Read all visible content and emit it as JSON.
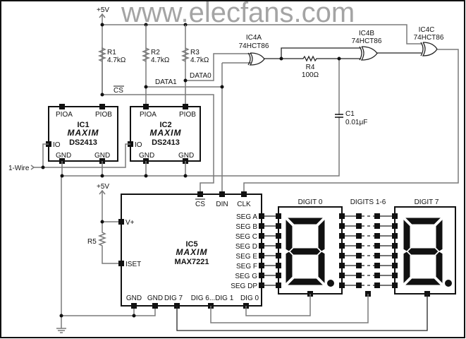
{
  "watermark": "www.elecfans.com",
  "power": {
    "vcc_top": "+5V",
    "vcc_r5": "+5V"
  },
  "input_label": "1-Wire",
  "resistors": [
    {
      "ref": "R1",
      "value": "4.7kΩ"
    },
    {
      "ref": "R2",
      "value": "4.7kΩ"
    },
    {
      "ref": "R3",
      "value": "4.7kΩ"
    },
    {
      "ref": "R4",
      "value": "100Ω"
    },
    {
      "ref": "R5"
    }
  ],
  "capacitor": {
    "ref": "C1",
    "value": "0.01μF"
  },
  "nets": {
    "cs": "CS",
    "data1": "DATA1",
    "data0": "DATA0"
  },
  "ic1": {
    "ref": "IC1",
    "brand": "MAXIM",
    "part": "DS2413",
    "pins": {
      "pioa": "PIOA",
      "piob": "PIOB",
      "io": "IO",
      "gnd": "GND"
    }
  },
  "ic2": {
    "ref": "IC2",
    "brand": "MAXIM",
    "part": "DS2413",
    "pins": {
      "pioa": "PIOA",
      "piob": "PIOB",
      "io": "IO",
      "gnd": "GND"
    }
  },
  "gates": [
    {
      "ref": "IC4A",
      "part": "74HCT86"
    },
    {
      "ref": "IC4B",
      "part": "74HCT86"
    },
    {
      "ref": "IC4C",
      "part": "74HCT86"
    }
  ],
  "ic5": {
    "ref": "IC5",
    "brand": "MAXIM",
    "part": "MAX7221",
    "pins": {
      "cs": "CS",
      "din": "DIN",
      "clk": "CLK",
      "vplus": "V+",
      "iset": "ISET",
      "gnd": "GND",
      "dig7": "DIG 7",
      "dig6_1": "DIG 6...DIG 1",
      "dig0": "DIG 0"
    },
    "segments": [
      "SEG A",
      "SEG B",
      "SEG C",
      "SEG D",
      "SEG E",
      "SEG F",
      "SEG G",
      "SEG DP"
    ]
  },
  "displays": {
    "digit0": "DIGIT 0",
    "digits1_6": "DIGITS 1-6",
    "digit7": "DIGIT 7"
  }
}
